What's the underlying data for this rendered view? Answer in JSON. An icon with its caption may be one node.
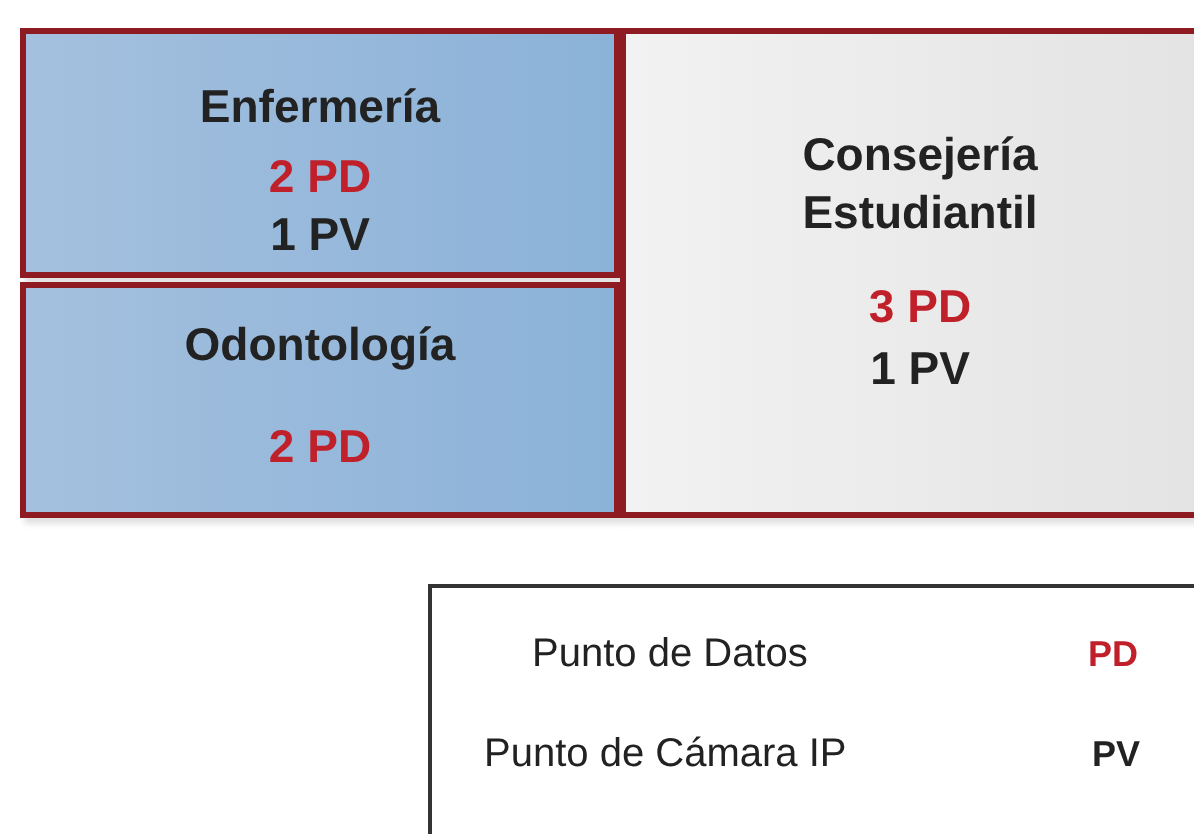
{
  "diagram": {
    "nodes": [
      {
        "text": [
          "Enfermería",
          "2 PD",
          "1 PV"
        ]
      },
      {
        "text": [
          "Odontología",
          "2 PD"
        ]
      },
      {
        "text": [
          "Consejería Estudiantil",
          "3 PD",
          "1 PV"
        ]
      }
    ],
    "labels": [
      "Punto de Datos",
      "PD",
      "Punto de Cámara IP",
      "PV"
    ]
  }
}
